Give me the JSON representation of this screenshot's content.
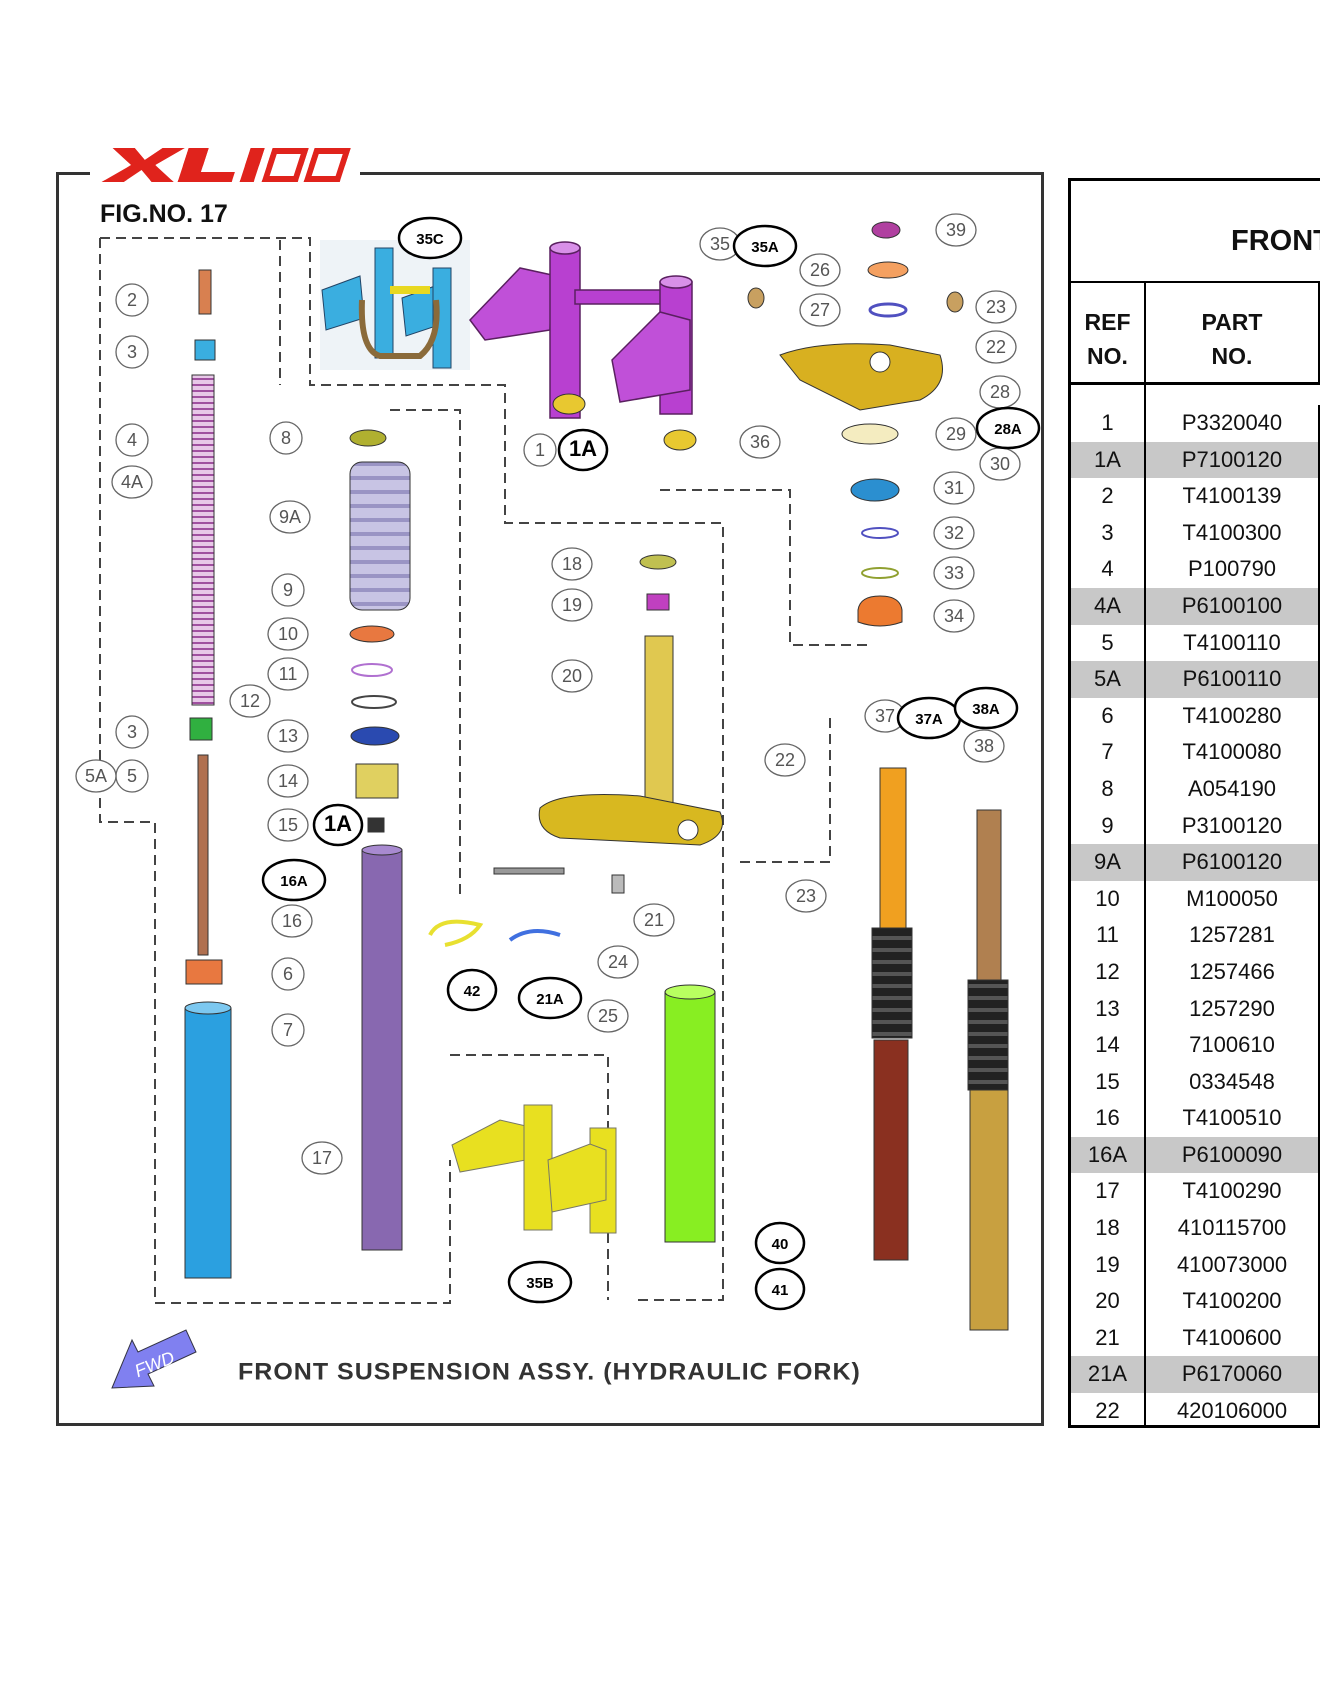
{
  "header": {
    "logo_text": "XL100",
    "logo_color": "#e0231c"
  },
  "figure": {
    "fig_no": "FIG.NO. 17",
    "caption": "FRONT SUSPENSION ASSY. (HYDRAULIC FORK)",
    "fwd_label": "FWD",
    "callouts": [
      "1",
      "1A",
      "2",
      "3",
      "4",
      "4A",
      "5",
      "5A",
      "6",
      "7",
      "8",
      "9",
      "9A",
      "10",
      "11",
      "12",
      "13",
      "14",
      "15",
      "16",
      "16A",
      "17",
      "18",
      "19",
      "20",
      "21",
      "21A",
      "22",
      "23",
      "24",
      "25",
      "26",
      "27",
      "28",
      "28A",
      "29",
      "30",
      "31",
      "32",
      "33",
      "34",
      "35",
      "35A",
      "35B",
      "35C",
      "36",
      "37",
      "37A",
      "38",
      "38A",
      "39",
      "40",
      "41",
      "42"
    ]
  },
  "table": {
    "title": "FRONT",
    "col_ref_line1": "REF",
    "col_ref_line2": "NO.",
    "col_part_line1": "PART",
    "col_part_line2": "NO.",
    "rows": [
      {
        "ref": "1",
        "part": "P3320040",
        "shaded": false
      },
      {
        "ref": "1A",
        "part": "P7100120",
        "shaded": true
      },
      {
        "ref": "2",
        "part": "T4100139",
        "shaded": false
      },
      {
        "ref": "3",
        "part": "T4100300",
        "shaded": false
      },
      {
        "ref": "4",
        "part": "P100790",
        "shaded": false
      },
      {
        "ref": "4A",
        "part": "P6100100",
        "shaded": true
      },
      {
        "ref": "5",
        "part": "T4100110",
        "shaded": false
      },
      {
        "ref": "5A",
        "part": "P6100110",
        "shaded": true
      },
      {
        "ref": "6",
        "part": "T4100280",
        "shaded": false
      },
      {
        "ref": "7",
        "part": "T4100080",
        "shaded": false
      },
      {
        "ref": "8",
        "part": "A054190",
        "shaded": false
      },
      {
        "ref": "9",
        "part": "P3100120",
        "shaded": false
      },
      {
        "ref": "9A",
        "part": "P6100120",
        "shaded": true
      },
      {
        "ref": "10",
        "part": "M100050",
        "shaded": false
      },
      {
        "ref": "11",
        "part": "1257281",
        "shaded": false
      },
      {
        "ref": "12",
        "part": "1257466",
        "shaded": false
      },
      {
        "ref": "13",
        "part": "1257290",
        "shaded": false
      },
      {
        "ref": "14",
        "part": "7100610",
        "shaded": false
      },
      {
        "ref": "15",
        "part": "0334548",
        "shaded": false
      },
      {
        "ref": "16",
        "part": "T4100510",
        "shaded": false
      },
      {
        "ref": "16A",
        "part": "P6100090",
        "shaded": true
      },
      {
        "ref": "17",
        "part": "T4100290",
        "shaded": false
      },
      {
        "ref": "18",
        "part": "410115700",
        "shaded": false
      },
      {
        "ref": "19",
        "part": "410073000",
        "shaded": false
      },
      {
        "ref": "20",
        "part": "T4100200",
        "shaded": false
      },
      {
        "ref": "21",
        "part": "T4100600",
        "shaded": false
      },
      {
        "ref": "21A",
        "part": "P6170060",
        "shaded": true
      },
      {
        "ref": "22",
        "part": "420106000",
        "shaded": false
      }
    ]
  }
}
